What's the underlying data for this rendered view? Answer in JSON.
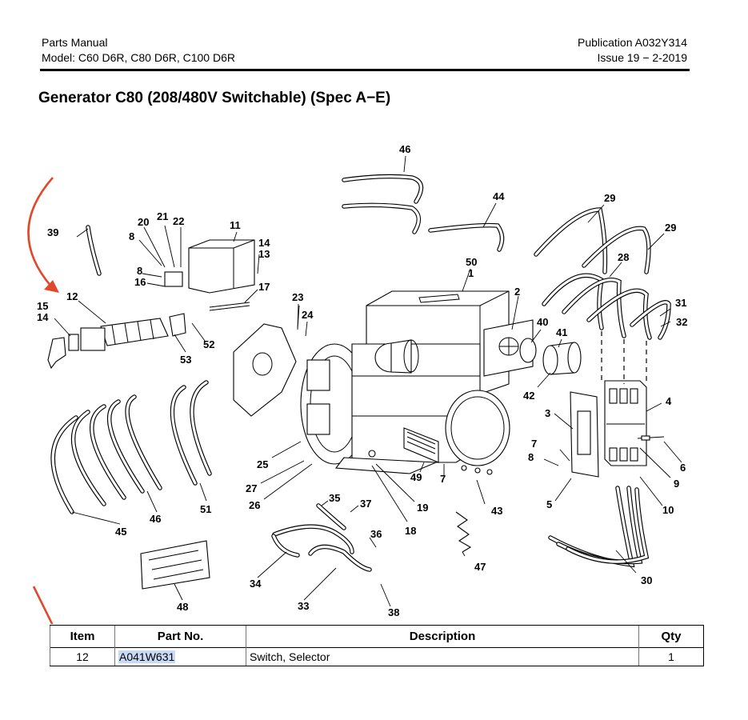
{
  "header": {
    "left_line1": "Parts Manual",
    "left_line2": "Model: C60 D6R, C80 D6R, C100 D6R",
    "right_line1": "Publication A032Y314",
    "right_line2": "Issue 19 − 2-2019"
  },
  "page_title": "Generator C80 (208/480V Switchable) (Spec A−E)",
  "callouts": {
    "c1": "1",
    "c2": "2",
    "c3": "3",
    "c4": "4",
    "c5": "5",
    "c6": "6",
    "c7a": "7",
    "c7b": "7",
    "c8a": "8",
    "c8b": "8",
    "c8c": "8",
    "c9": "9",
    "c10": "10",
    "c11": "11",
    "c12": "12",
    "c13": "13",
    "c14a": "14",
    "c14b": "14",
    "c15": "15",
    "c16": "16",
    "c17": "17",
    "c18": "18",
    "c19": "19",
    "c20": "20",
    "c21": "21",
    "c22": "22",
    "c23": "23",
    "c24": "24",
    "c25": "25",
    "c26": "26",
    "c27": "27",
    "c28": "28",
    "c29a": "29",
    "c29b": "29",
    "c30": "30",
    "c31": "31",
    "c32": "32",
    "c33": "33",
    "c34": "34",
    "c35": "35",
    "c36": "36",
    "c37": "37",
    "c38": "38",
    "c39": "39",
    "c40": "40",
    "c41": "41",
    "c42": "42",
    "c43": "43",
    "c44": "44",
    "c45": "45",
    "c46a": "46",
    "c46b": "46",
    "c47": "47",
    "c48": "48",
    "c49": "49",
    "c50": "50",
    "c51": "51",
    "c52": "52",
    "c53": "53"
  },
  "annotation_color": "#e0492c",
  "highlight_color": "#c9daf6",
  "parts_table": {
    "headers": {
      "item": "Item",
      "part_no": "Part No.",
      "description": "Description",
      "qty": "Qty"
    },
    "rows": [
      {
        "item": "12",
        "part_no": "A041W631",
        "description": "Switch, Selector",
        "qty": "1"
      }
    ]
  }
}
